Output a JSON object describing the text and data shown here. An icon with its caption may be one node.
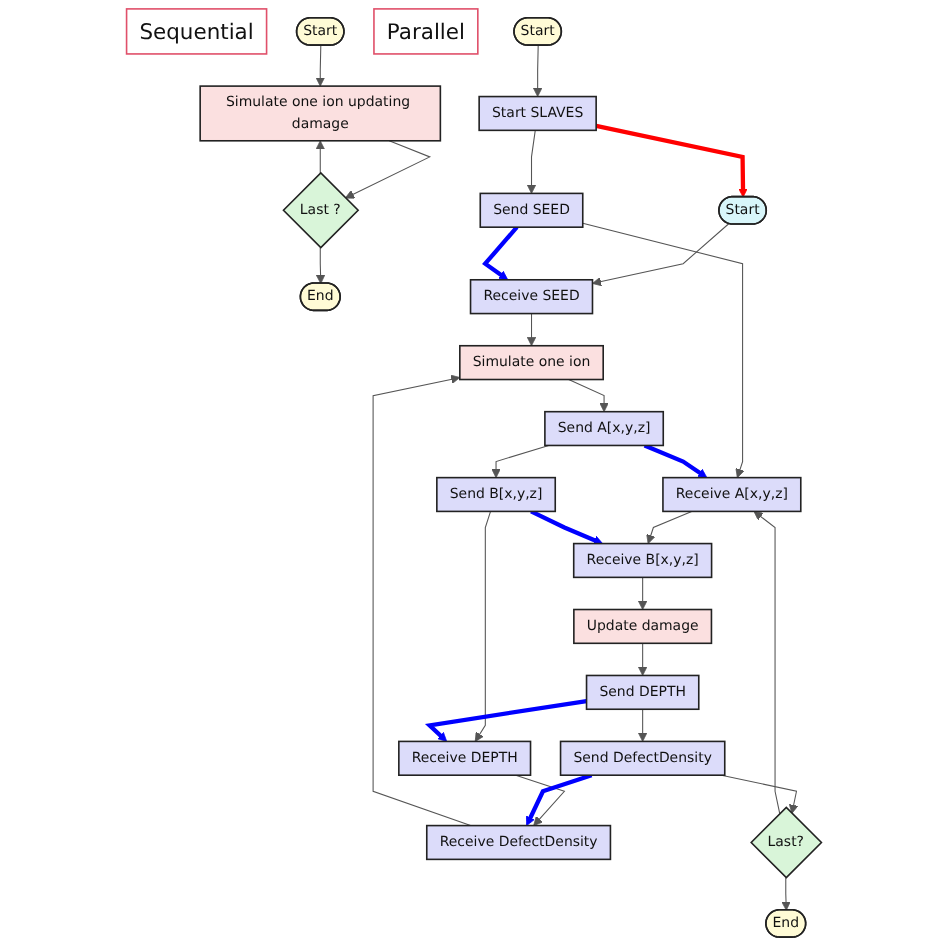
{
  "diagram": {
    "nodes": [
      {
        "text": [
          "Sequential"
        ]
      },
      {
        "text": [
          "Start"
        ]
      },
      {
        "text": [
          "Simulate one ion updating damage"
        ]
      },
      {
        "text": [
          "Last ?"
        ]
      },
      {
        "text": [
          "End"
        ]
      },
      {
        "text": [
          "Parallel"
        ]
      },
      {
        "text": [
          "Start"
        ]
      },
      {
        "text": [
          "Start SLAVES"
        ]
      },
      {
        "text": [
          "Start"
        ]
      },
      {
        "text": [
          "Send SEED"
        ]
      },
      {
        "text": [
          "Receive SEED"
        ]
      },
      {
        "text": [
          "Simulate one ion"
        ]
      },
      {
        "text": [
          "Receive A[x,y,z]"
        ]
      },
      {
        "text": [
          "Send A[x,y,z]"
        ]
      },
      {
        "text": [
          "Receive B[x,y,z]"
        ]
      },
      {
        "text": [
          "Send B[x,y,z]"
        ]
      },
      {
        "text": [
          "Update damage"
        ]
      },
      {
        "text": [
          "Send DEPTH"
        ]
      },
      {
        "text": [
          "Receive DEPTH"
        ]
      },
      {
        "text": [
          "Send DefectDensity"
        ]
      },
      {
        "text": [
          "Receive DefectDensity"
        ]
      },
      {
        "text": [
          "Last?"
        ]
      },
      {
        "text": [
          "End"
        ]
      }
    ],
    "edges": [
      {
        "from": 1,
        "to": 2,
        "arrow": "to"
      },
      {
        "from": 2,
        "to": 3,
        "arrow": "to"
      },
      {
        "from": 3,
        "to": 4,
        "arrow": "to"
      },
      {
        "from": 3,
        "to": 2,
        "arrow": "to"
      },
      {
        "from": 6,
        "to": 7,
        "arrow": "to"
      },
      {
        "from": 7,
        "to": 8,
        "arrow": "to",
        "style": "thick",
        "color": "#ff0000"
      },
      {
        "from": 7,
        "to": 9,
        "arrow": "to"
      },
      {
        "from": 8,
        "to": 10,
        "arrow": "to"
      },
      {
        "from": 9,
        "to": 10,
        "arrow": "to",
        "style": "thick",
        "color": "#0000ff"
      },
      {
        "from": 9,
        "to": 12,
        "arrow": "to"
      },
      {
        "from": 10,
        "to": 11,
        "arrow": "to"
      },
      {
        "from": 11,
        "to": 13,
        "arrow": "to"
      },
      {
        "from": 13,
        "to": 12,
        "arrow": "to",
        "style": "thick",
        "color": "#0000ff"
      },
      {
        "from": 12,
        "to": 14,
        "arrow": "to"
      },
      {
        "from": 13,
        "to": 15,
        "arrow": "to"
      },
      {
        "from": 15,
        "to": 14,
        "arrow": "to",
        "style": "thick",
        "color": "#0000ff"
      },
      {
        "from": 14,
        "to": 16,
        "arrow": "to"
      },
      {
        "from": 16,
        "to": 17,
        "arrow": "to"
      },
      {
        "from": 15,
        "to": 18,
        "arrow": "to"
      },
      {
        "from": 17,
        "to": 18,
        "arrow": "to",
        "style": "thick",
        "color": "#0000ff"
      },
      {
        "from": 17,
        "to": 19,
        "arrow": "to"
      },
      {
        "from": 18,
        "to": 20,
        "arrow": "to"
      },
      {
        "from": 19,
        "to": 20,
        "arrow": "to",
        "style": "thick",
        "color": "#0000ff"
      },
      {
        "from": 19,
        "to": 21,
        "arrow": "to"
      },
      {
        "from": 21,
        "to": 22,
        "arrow": "to"
      },
      {
        "from": 21,
        "to": 12,
        "arrow": "to"
      },
      {
        "from": 20,
        "to": 11,
        "arrow": "to"
      }
    ]
  }
}
